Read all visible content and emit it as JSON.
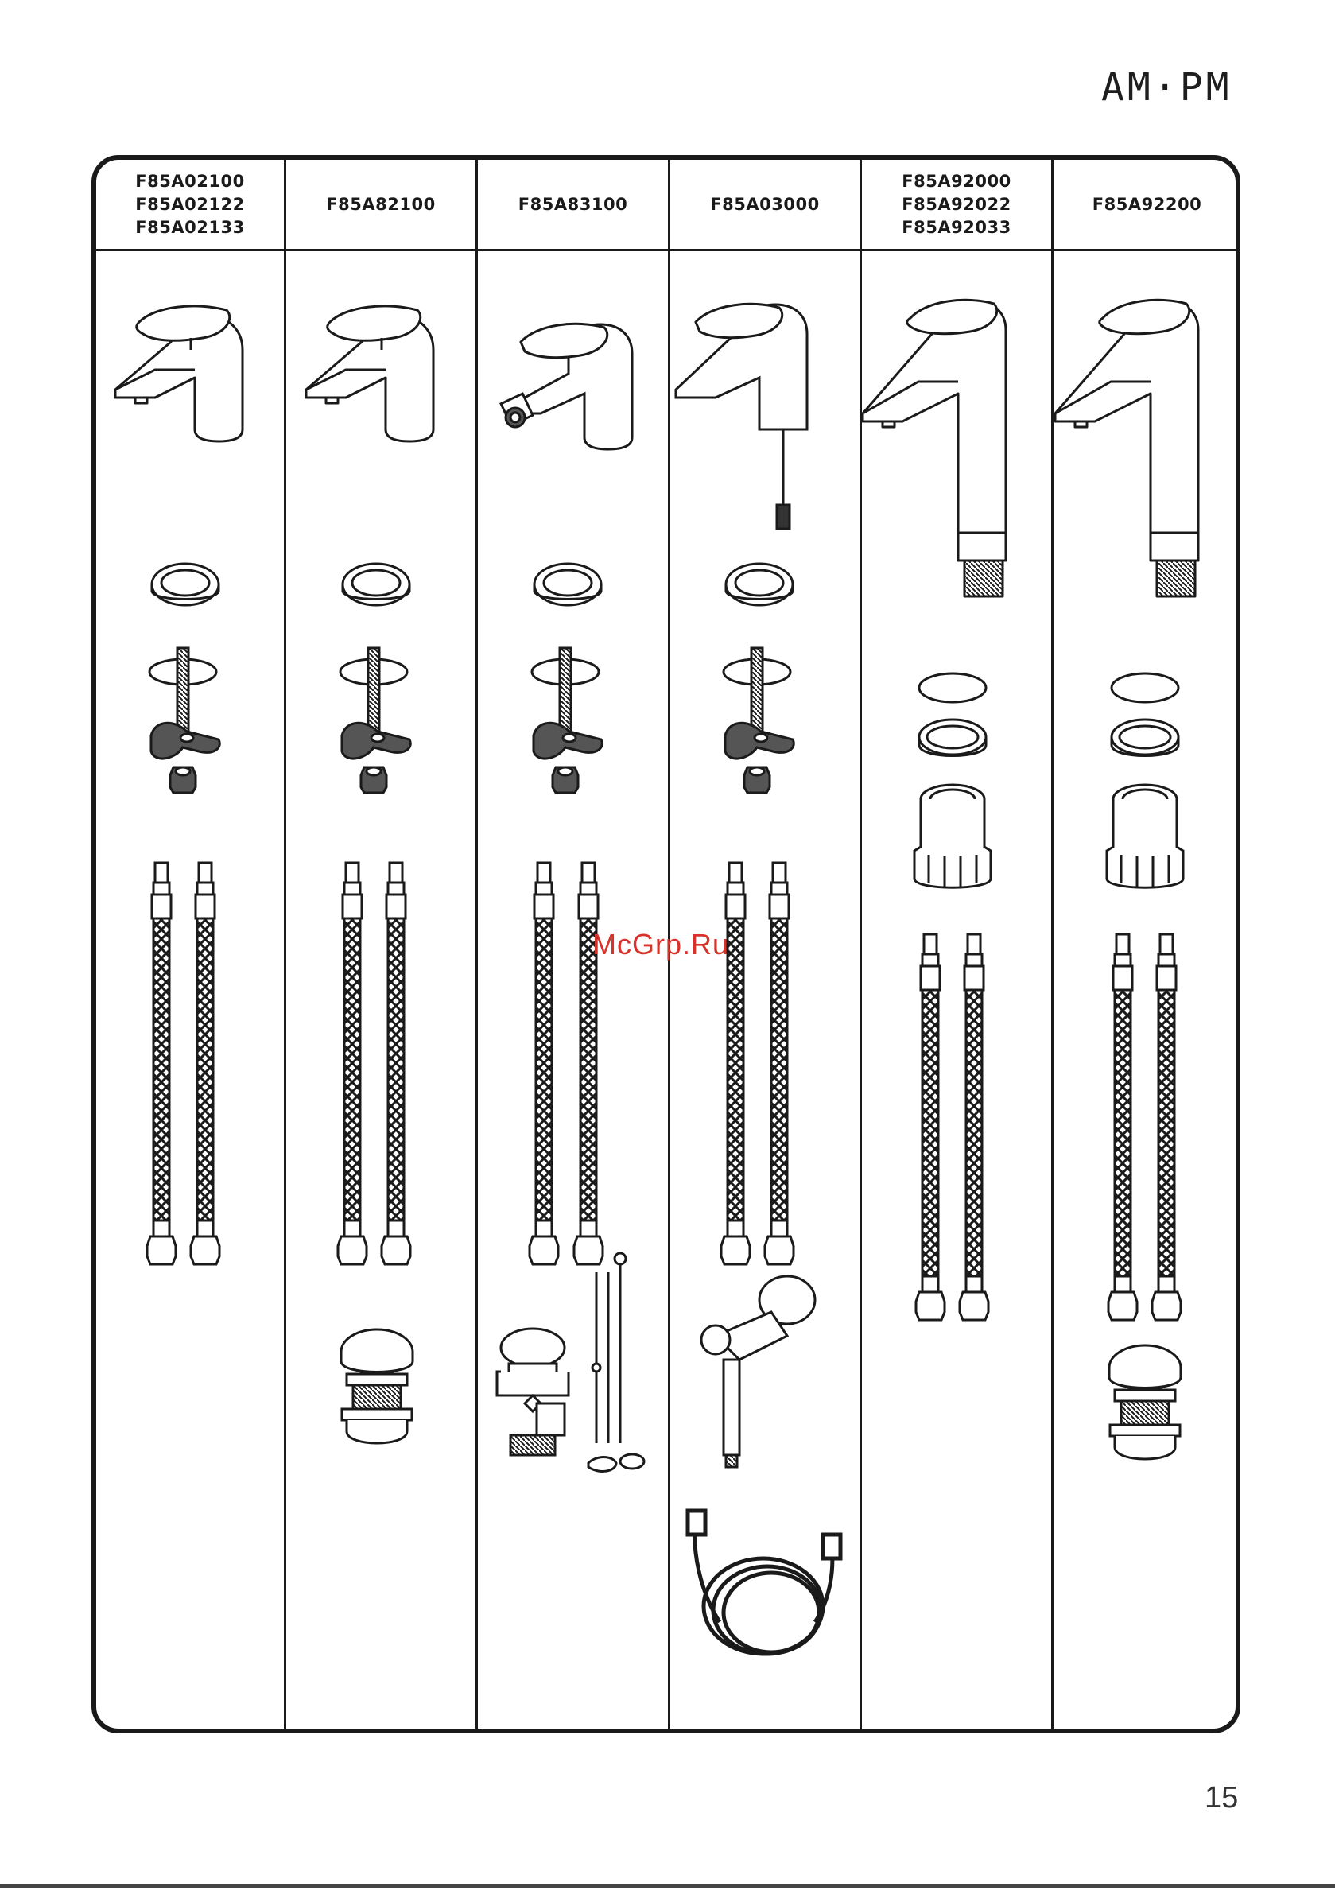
{
  "brand": {
    "logo_text": "AM·PM"
  },
  "columns": [
    {
      "codes": [
        "F85A02100",
        "F85A02122",
        "F85A02133"
      ]
    },
    {
      "codes": [
        "F85A82100"
      ]
    },
    {
      "codes": [
        "F85A83100"
      ]
    },
    {
      "codes": [
        "F85A03000"
      ]
    },
    {
      "codes": [
        "F85A92000",
        "F85A92022",
        "F85A92033"
      ]
    },
    {
      "codes": [
        "F85A92200"
      ]
    }
  ],
  "watermark": "McGrp.Ru",
  "page_number": "15"
}
